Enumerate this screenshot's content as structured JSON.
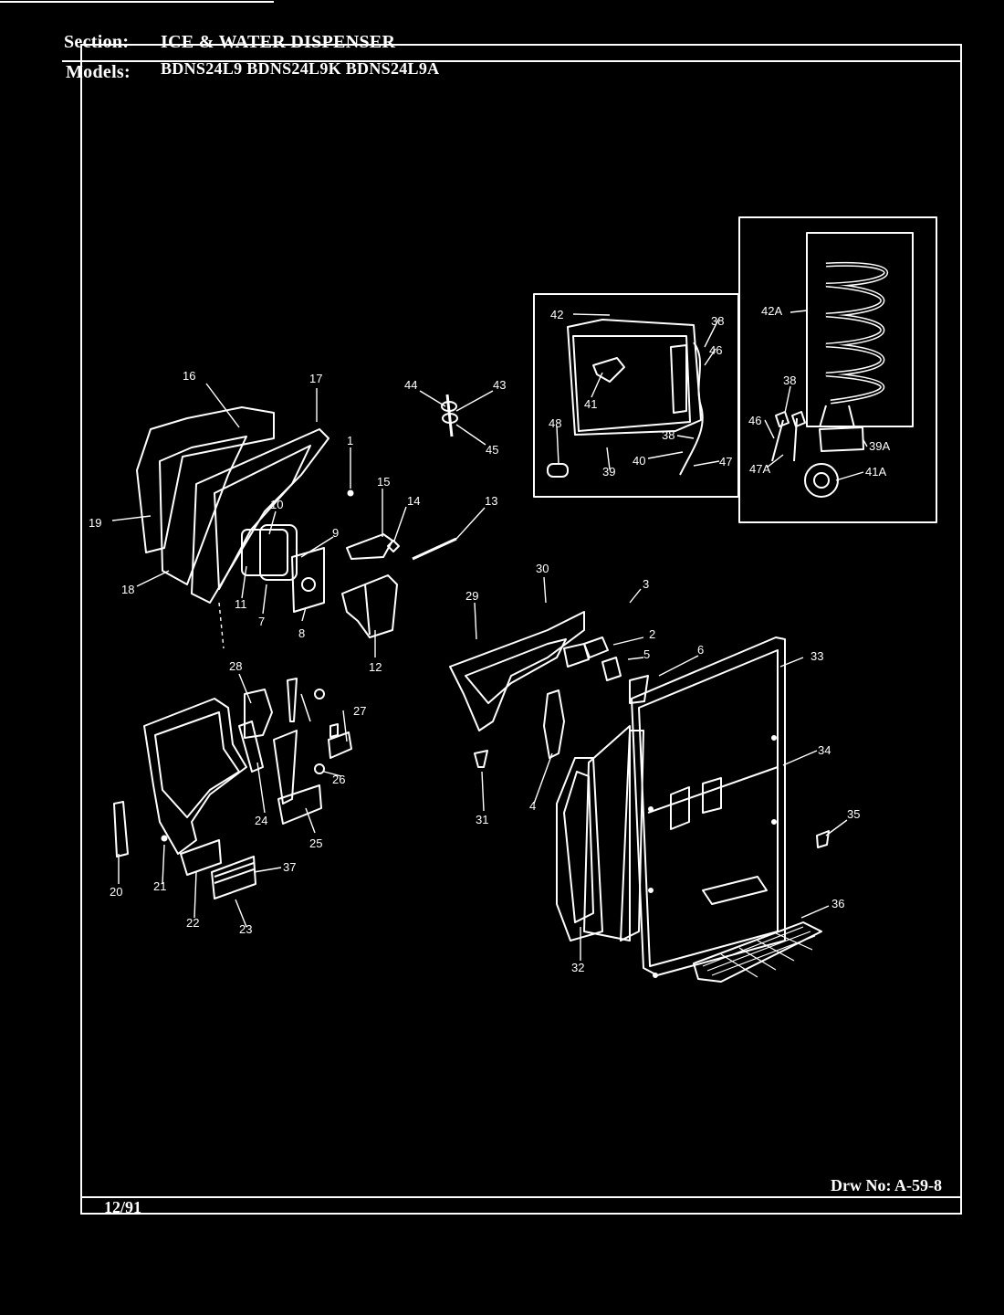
{
  "header": {
    "section_label": "Section:",
    "section_value": "ICE & WATER DISPENSER",
    "models_label": "Models:",
    "models_value": "BDNS24L9  BDNS24L9K  BDNS24L9A"
  },
  "footer": {
    "date": "12/91",
    "drawing_number": "Drw No: A-59-8"
  },
  "callouts": [
    {
      "id": "p1",
      "text": "1"
    },
    {
      "id": "p2",
      "text": "2"
    },
    {
      "id": "p3",
      "text": "3"
    },
    {
      "id": "p4",
      "text": "4"
    },
    {
      "id": "p5",
      "text": "5"
    },
    {
      "id": "p6",
      "text": "6"
    },
    {
      "id": "p7",
      "text": "7"
    },
    {
      "id": "p8",
      "text": "8"
    },
    {
      "id": "p9",
      "text": "9"
    },
    {
      "id": "p10",
      "text": "10"
    },
    {
      "id": "p11",
      "text": "11"
    },
    {
      "id": "p12",
      "text": "12"
    },
    {
      "id": "p13",
      "text": "13"
    },
    {
      "id": "p14",
      "text": "14"
    },
    {
      "id": "p15",
      "text": "15"
    },
    {
      "id": "p16",
      "text": "16"
    },
    {
      "id": "p17",
      "text": "17"
    },
    {
      "id": "p18",
      "text": "18"
    },
    {
      "id": "p19",
      "text": "19"
    },
    {
      "id": "p20",
      "text": "20"
    },
    {
      "id": "p21",
      "text": "21"
    },
    {
      "id": "p22",
      "text": "22"
    },
    {
      "id": "p23",
      "text": "23"
    },
    {
      "id": "p24",
      "text": "24"
    },
    {
      "id": "p25",
      "text": "25"
    },
    {
      "id": "p26",
      "text": "26"
    },
    {
      "id": "p27",
      "text": "27"
    },
    {
      "id": "p28",
      "text": "28"
    },
    {
      "id": "p29",
      "text": "29"
    },
    {
      "id": "p30",
      "text": "30"
    },
    {
      "id": "p31",
      "text": "31"
    },
    {
      "id": "p32",
      "text": "32"
    },
    {
      "id": "p33",
      "text": "33"
    },
    {
      "id": "p34",
      "text": "34"
    },
    {
      "id": "p35",
      "text": "35"
    },
    {
      "id": "p36",
      "text": "36"
    },
    {
      "id": "p37",
      "text": "37"
    },
    {
      "id": "p38a",
      "text": "38"
    },
    {
      "id": "p38b",
      "text": "38"
    },
    {
      "id": "p38c",
      "text": "38"
    },
    {
      "id": "p39",
      "text": "39"
    },
    {
      "id": "p39A",
      "text": "39A"
    },
    {
      "id": "p40",
      "text": "40"
    },
    {
      "id": "p41",
      "text": "41"
    },
    {
      "id": "p41A",
      "text": "41A"
    },
    {
      "id": "p42",
      "text": "42"
    },
    {
      "id": "p42A",
      "text": "42A"
    },
    {
      "id": "p43",
      "text": "43"
    },
    {
      "id": "p44",
      "text": "44"
    },
    {
      "id": "p45",
      "text": "45"
    },
    {
      "id": "p46a",
      "text": "46"
    },
    {
      "id": "p46b",
      "text": "46"
    },
    {
      "id": "p47",
      "text": "47"
    },
    {
      "id": "p47A",
      "text": "47A"
    },
    {
      "id": "p48",
      "text": "48"
    }
  ]
}
